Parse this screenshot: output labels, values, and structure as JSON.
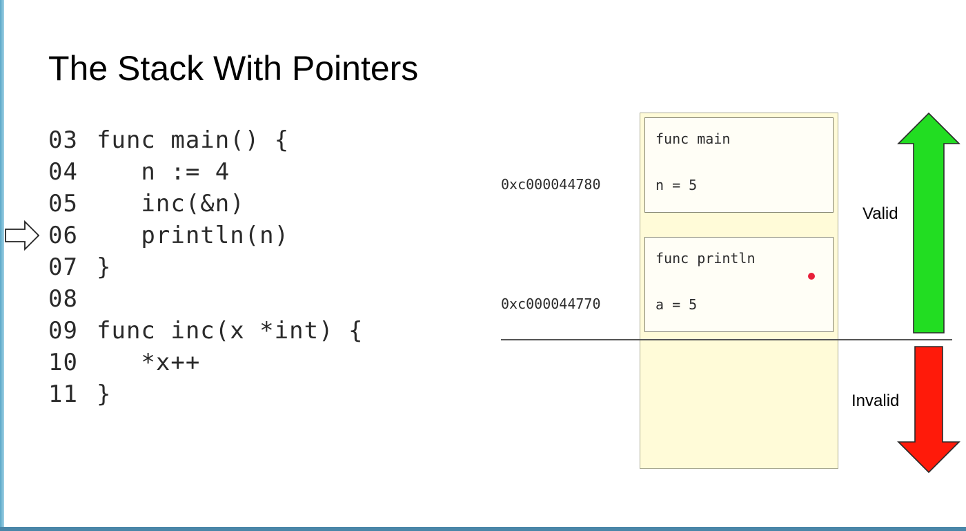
{
  "title": "The Stack With Pointers",
  "code_lines": [
    {
      "num": "03",
      "text": "func main() {"
    },
    {
      "num": "04",
      "text": "   n := 4"
    },
    {
      "num": "05",
      "text": "   inc(&n)"
    },
    {
      "num": "06",
      "text": "   println(n)"
    },
    {
      "num": "07",
      "text": "}"
    },
    {
      "num": "08",
      "text": ""
    },
    {
      "num": "09",
      "text": "func inc(x *int) {"
    },
    {
      "num": "10",
      "text": "   *x++"
    },
    {
      "num": "11",
      "text": "}"
    }
  ],
  "current_line": "06",
  "frames": [
    {
      "name": "func main",
      "value": "n = 5",
      "address": "0xc000044780"
    },
    {
      "name": "func println",
      "value": "a = 5",
      "address": "0xc000044770"
    }
  ],
  "labels": {
    "valid": "Valid",
    "invalid": "Invalid"
  },
  "colors": {
    "valid_arrow": "#22dd22",
    "invalid_arrow": "#ff1a0a",
    "stack_bg": "#fffbd8",
    "pointer_dot": "#e8203a"
  }
}
